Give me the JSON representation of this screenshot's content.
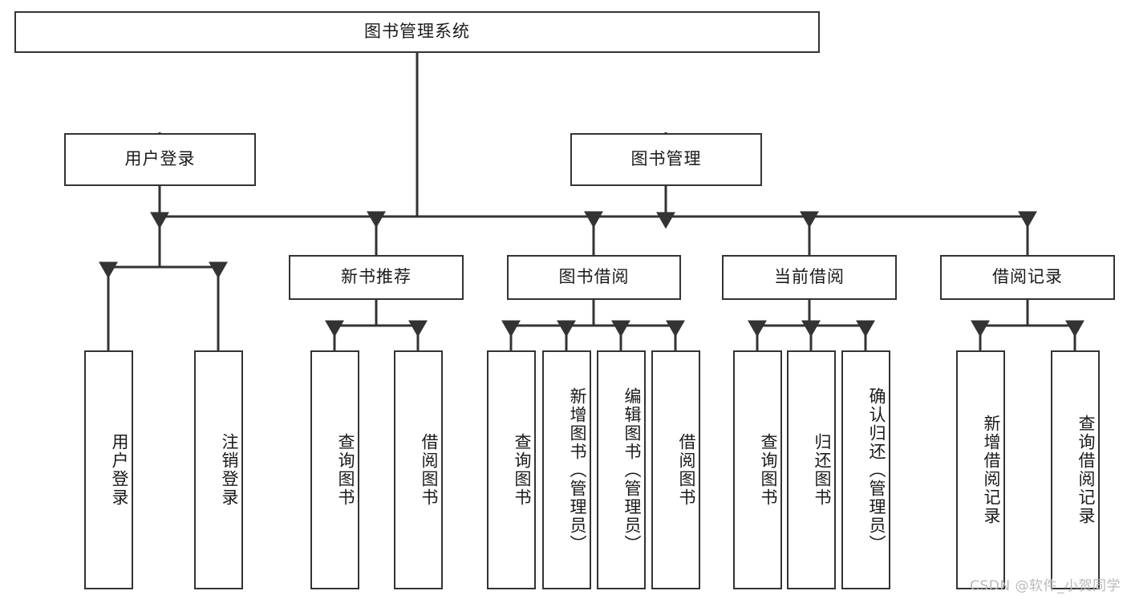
{
  "diagram": {
    "title": "图书管理系统",
    "type": "tree",
    "watermark": "CSDN @软件_小贺同学",
    "stroke_color": "#333333",
    "background_color": "#ffffff",
    "text_color": "#1a1a1a",
    "watermark_color": "#b9b9b9"
  },
  "nodes": {
    "root": {
      "label": "图书管理系统",
      "orientation": "horizontal",
      "level": 1
    },
    "l2": [
      {
        "id": "user_login",
        "label": "用户登录",
        "orientation": "horizontal",
        "level": 2
      },
      {
        "id": "book_mgmt",
        "label": "图书管理",
        "orientation": "horizontal",
        "level": 2
      }
    ],
    "l3": [
      {
        "id": "new_book_rec",
        "label": "新书推荐",
        "orientation": "horizontal",
        "level": 3
      },
      {
        "id": "book_borrow",
        "label": "图书借阅",
        "orientation": "horizontal",
        "level": 3
      },
      {
        "id": "current_borrow",
        "label": "当前借阅",
        "orientation": "horizontal",
        "level": 3
      },
      {
        "id": "borrow_record",
        "label": "借阅记录",
        "orientation": "horizontal",
        "level": 3
      }
    ],
    "leaves": [
      {
        "id": "leaf_user_login",
        "label": "用户登录",
        "orientation": "vertical",
        "parent": "user_login"
      },
      {
        "id": "leaf_user_logout",
        "label": "注销登录",
        "orientation": "vertical",
        "parent": "user_login"
      },
      {
        "id": "leaf_query_book_1",
        "label": "查询图书",
        "orientation": "vertical",
        "parent": "new_book_rec"
      },
      {
        "id": "leaf_borrow_book_1",
        "label": "借阅图书",
        "orientation": "vertical",
        "parent": "new_book_rec"
      },
      {
        "id": "leaf_query_book_2",
        "label": "查询图书",
        "orientation": "vertical",
        "parent": "book_borrow"
      },
      {
        "id": "leaf_add_book",
        "label": "新增图书（管理员）",
        "orientation": "vertical",
        "parent": "book_borrow"
      },
      {
        "id": "leaf_edit_book",
        "label": "编辑图书（管理员）",
        "orientation": "vertical",
        "parent": "book_borrow"
      },
      {
        "id": "leaf_borrow_book_2",
        "label": "借阅图书",
        "orientation": "vertical",
        "parent": "book_borrow"
      },
      {
        "id": "leaf_query_book_3",
        "label": "查询图书",
        "orientation": "vertical",
        "parent": "current_borrow"
      },
      {
        "id": "leaf_return_book",
        "label": "归还图书",
        "orientation": "vertical",
        "parent": "current_borrow"
      },
      {
        "id": "leaf_confirm_return",
        "label": "确认归还（管理员）",
        "orientation": "vertical",
        "parent": "current_borrow"
      },
      {
        "id": "leaf_add_record",
        "label": "新增借阅记录",
        "orientation": "vertical",
        "parent": "borrow_record"
      },
      {
        "id": "leaf_query_record",
        "label": "查询借阅记录",
        "orientation": "vertical",
        "parent": "borrow_record"
      }
    ]
  },
  "edges": [
    {
      "from": "root",
      "to": "user_login"
    },
    {
      "from": "root",
      "to": "book_mgmt"
    },
    {
      "from": "book_mgmt",
      "to": "new_book_rec"
    },
    {
      "from": "book_mgmt",
      "to": "book_borrow"
    },
    {
      "from": "book_mgmt",
      "to": "current_borrow"
    },
    {
      "from": "book_mgmt",
      "to": "borrow_record"
    },
    {
      "from": "user_login",
      "to": "leaf_user_login"
    },
    {
      "from": "user_login",
      "to": "leaf_user_logout"
    },
    {
      "from": "new_book_rec",
      "to": "leaf_query_book_1"
    },
    {
      "from": "new_book_rec",
      "to": "leaf_borrow_book_1"
    },
    {
      "from": "book_borrow",
      "to": "leaf_query_book_2"
    },
    {
      "from": "book_borrow",
      "to": "leaf_add_book"
    },
    {
      "from": "book_borrow",
      "to": "leaf_edit_book"
    },
    {
      "from": "book_borrow",
      "to": "leaf_borrow_book_2"
    },
    {
      "from": "current_borrow",
      "to": "leaf_query_book_3"
    },
    {
      "from": "current_borrow",
      "to": "leaf_return_book"
    },
    {
      "from": "current_borrow",
      "to": "leaf_confirm_return"
    },
    {
      "from": "borrow_record",
      "to": "leaf_add_record"
    },
    {
      "from": "borrow_record",
      "to": "leaf_query_record"
    }
  ]
}
